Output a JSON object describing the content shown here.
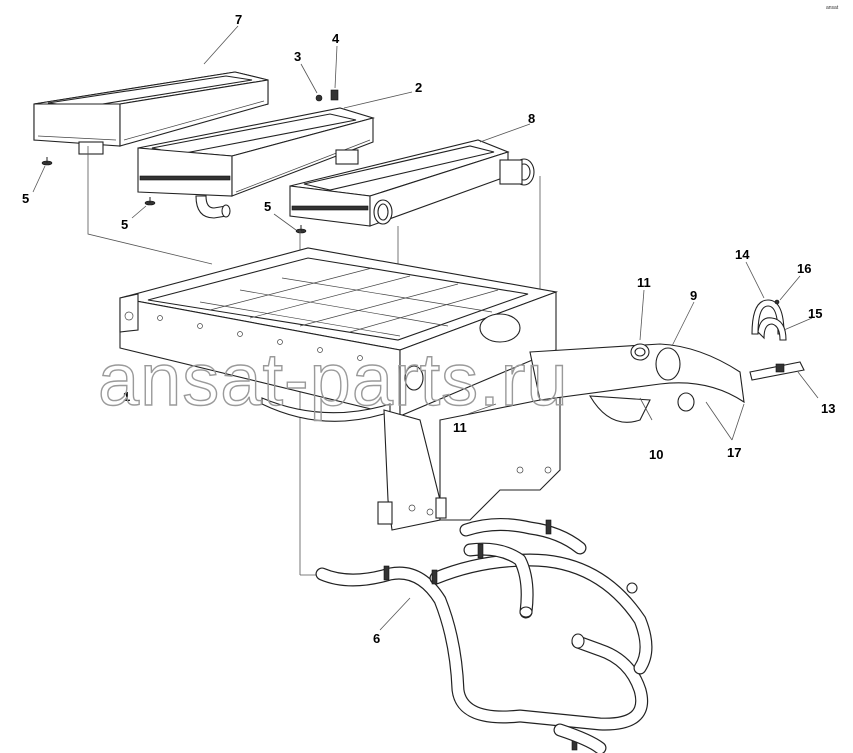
{
  "corner_mark": "ansat",
  "watermark": "ansat-parts.ru",
  "callouts": {
    "c7": "7",
    "c3": "3",
    "c4": "4",
    "c2": "2",
    "c8": "8",
    "c5a": "5",
    "c5b": "5",
    "c5c": "5",
    "c14": "14",
    "c16": "16",
    "c15": "15",
    "c11a": "11",
    "c9": "9",
    "c1": "1",
    "c11b": "11",
    "c10": "10",
    "c17": "17",
    "c13": "13",
    "c6": "6"
  }
}
